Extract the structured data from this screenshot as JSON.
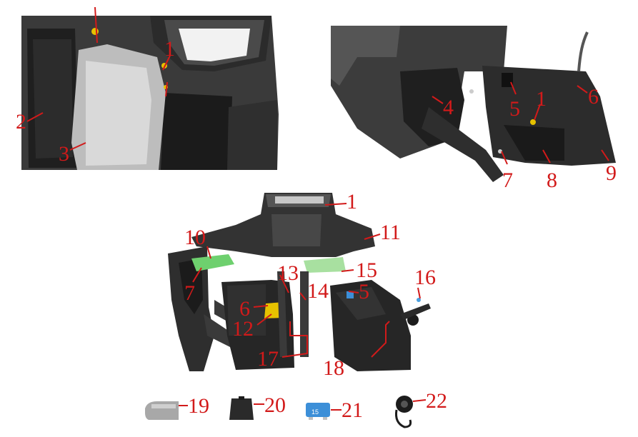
{
  "colors": {
    "background": "#ffffff",
    "callout": "#d21a1a",
    "part_dark": "#2a2a2a",
    "part_mid": "#3e3e3e",
    "part_light": "#cfcfcf",
    "fastener": "#e6c200",
    "harness": "#6ed06e",
    "fuse": "#3c8fd8"
  },
  "views": {
    "top_left": {
      "callouts": [
        {
          "label": "1"
        },
        {
          "label": "2"
        },
        {
          "label": "3"
        }
      ]
    },
    "top_right": {
      "callouts": [
        {
          "label": "4"
        },
        {
          "label": "5"
        },
        {
          "label": "1"
        },
        {
          "label": "6"
        },
        {
          "label": "7"
        },
        {
          "label": "8"
        },
        {
          "label": "9"
        }
      ]
    },
    "center": {
      "callouts": [
        {
          "label": "1"
        },
        {
          "label": "10"
        },
        {
          "label": "11"
        },
        {
          "label": "7"
        },
        {
          "label": "13"
        },
        {
          "label": "15"
        },
        {
          "label": "16"
        },
        {
          "label": "14"
        },
        {
          "label": "5"
        },
        {
          "label": "6"
        },
        {
          "label": "12"
        },
        {
          "label": "17"
        },
        {
          "label": "18"
        }
      ]
    },
    "accessories": {
      "fuse_marking": "15",
      "callouts": [
        {
          "label": "19"
        },
        {
          "label": "20"
        },
        {
          "label": "21"
        },
        {
          "label": "22"
        }
      ]
    }
  }
}
